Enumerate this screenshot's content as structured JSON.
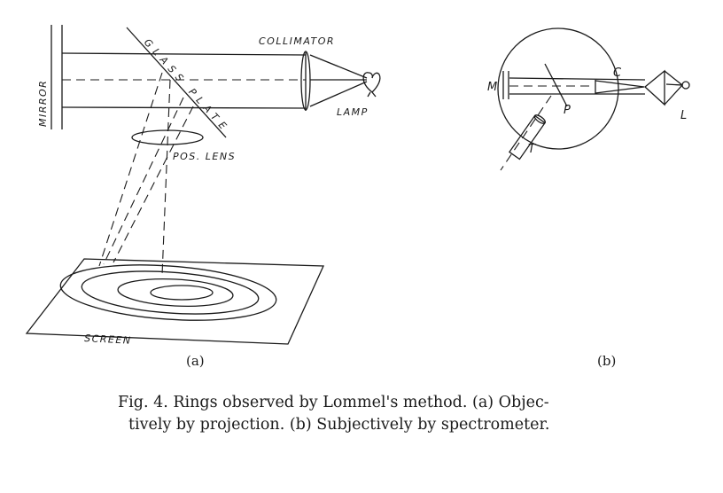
{
  "figure_a": {
    "labels": {
      "mirror": "MIRROR",
      "collimator": "COLLIMATOR",
      "lamp": "LAMP",
      "glass_plate": "GLASS PLATE",
      "pos_lens": "POS. LENS",
      "screen": "SCREEN"
    },
    "sublabel": "(a)"
  },
  "figure_b": {
    "labels": {
      "mirror": "M",
      "collimator": "C",
      "plate": "P",
      "lamp": "L",
      "telescope": "T"
    },
    "sublabel": "(b)"
  },
  "caption": {
    "line1": "Fig. 4. Rings observed by Lommel's method. (a) Objec-",
    "line2": "tively by projection. (b) Subjectively by spectrometer."
  }
}
